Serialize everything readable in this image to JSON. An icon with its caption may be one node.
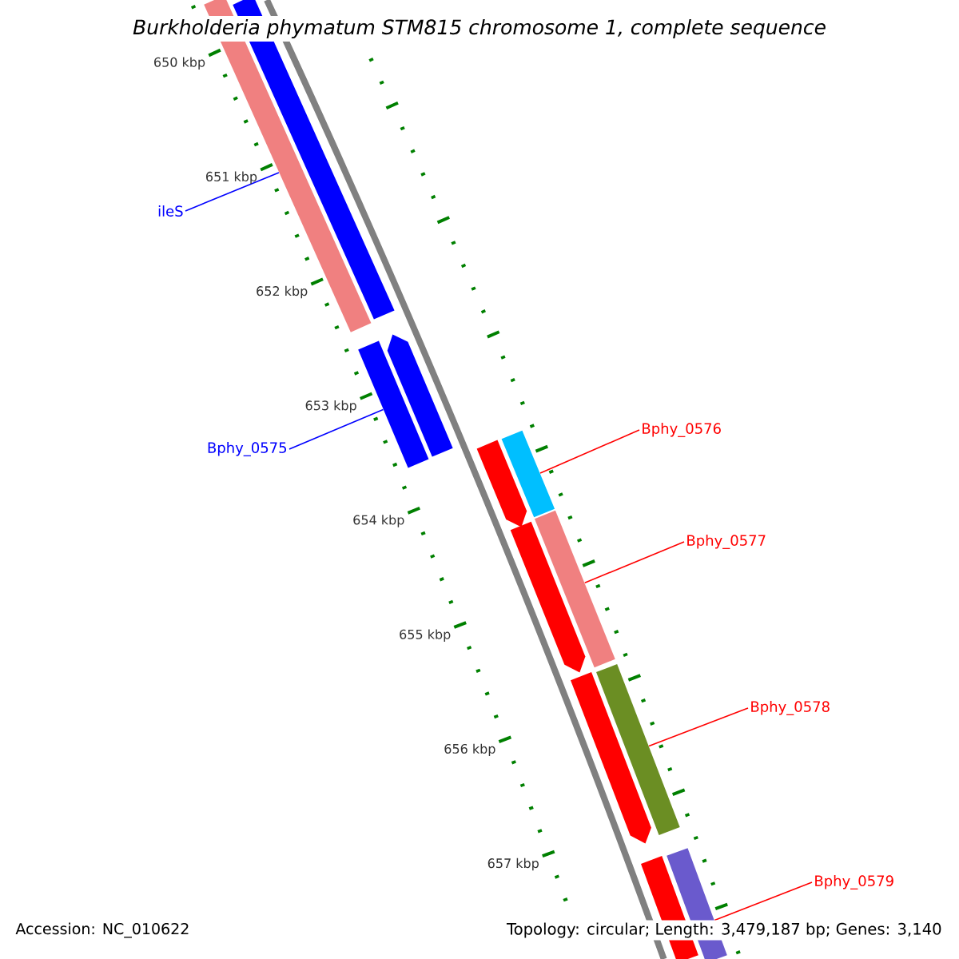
{
  "diagram": {
    "title": "Burkholderia phymatum STM815 chromosome 1, complete sequence",
    "nodes": [
      {
        "text": [
          "ileS"
        ]
      },
      {
        "text": [],
        "shape": "bar"
      },
      {
        "text": [
          "Bphy_0575"
        ]
      },
      {
        "text": [],
        "shape": "bar"
      },
      {
        "text": [
          "Bphy_0576"
        ]
      },
      {
        "text": [],
        "shape": "bar"
      },
      {
        "text": [
          "Bphy_0577"
        ]
      },
      {
        "text": [],
        "shape": "bar"
      },
      {
        "text": [
          "Bphy_0578"
        ]
      },
      {
        "text": [],
        "shape": "bar"
      },
      {
        "text": [
          "Bphy_0579"
        ]
      },
      {
        "text": [],
        "shape": "bar"
      },
      {
        "text": [],
        "shape": "bar"
      },
      {
        "text": [],
        "shape": "bar"
      },
      {
        "text": [],
        "shape": "bar"
      },
      {
        "text": [],
        "shape": "bar"
      },
      {
        "text": [],
        "shape": "bar"
      },
      {
        "text": [],
        "shape": "bar"
      }
    ],
    "edges": [
      {
        "from": 0,
        "to": 1,
        "arrow": "none",
        "color": "#0000ff"
      },
      {
        "from": 2,
        "to": 3,
        "arrow": "none",
        "color": "#0000ff"
      },
      {
        "from": 4,
        "to": 5,
        "arrow": "none"
      },
      {
        "from": 6,
        "to": 7,
        "arrow": "none"
      },
      {
        "from": 8,
        "to": 9,
        "arrow": "none"
      },
      {
        "from": 10,
        "to": 11,
        "arrow": "none"
      }
    ],
    "labels": [
      "650 kbp",
      "651 kbp",
      "652 kbp",
      "653 kbp",
      "654 kbp",
      "655 kbp",
      "656 kbp",
      "657 kbp",
      "Accession: NC_010622",
      "Topology: circular; Length: 3,479,187 bp; Genes: 3,140"
    ]
  }
}
